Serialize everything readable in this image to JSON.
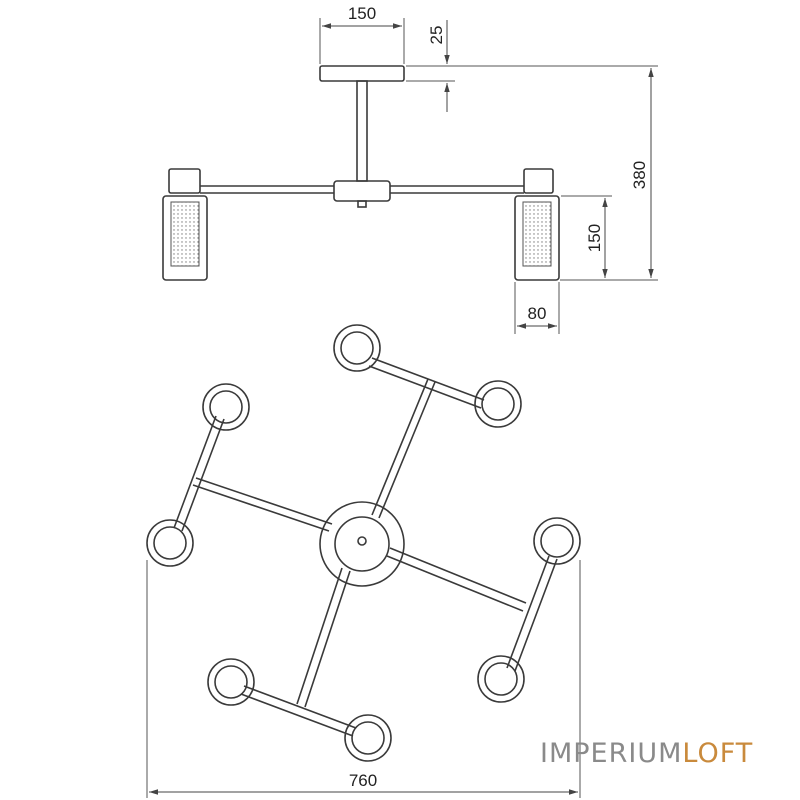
{
  "dimensions": {
    "canopy_width": "150",
    "canopy_height": "25",
    "total_height": "380",
    "shade_height": "150",
    "shade_width": "80",
    "total_width": "760"
  },
  "watermark": {
    "part1": "IMPERIUM",
    "part2": "LOFT"
  },
  "colors": {
    "line": "#3a3a3a",
    "watermark_gray": "#8a8a8a",
    "watermark_orange": "#c98a3c"
  }
}
